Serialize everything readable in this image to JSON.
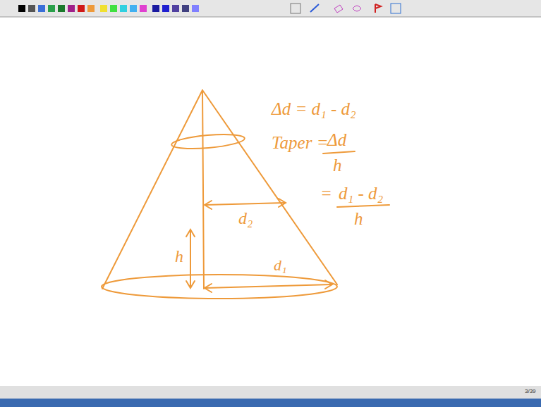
{
  "diagram": {
    "labels": [
      "Δd = d₁ - d₂",
      "Taper =",
      "Δd",
      "h",
      "=",
      "d₁ - d₂",
      "h",
      "h",
      "d₂",
      "d₁",
      "3/39"
    ]
  }
}
